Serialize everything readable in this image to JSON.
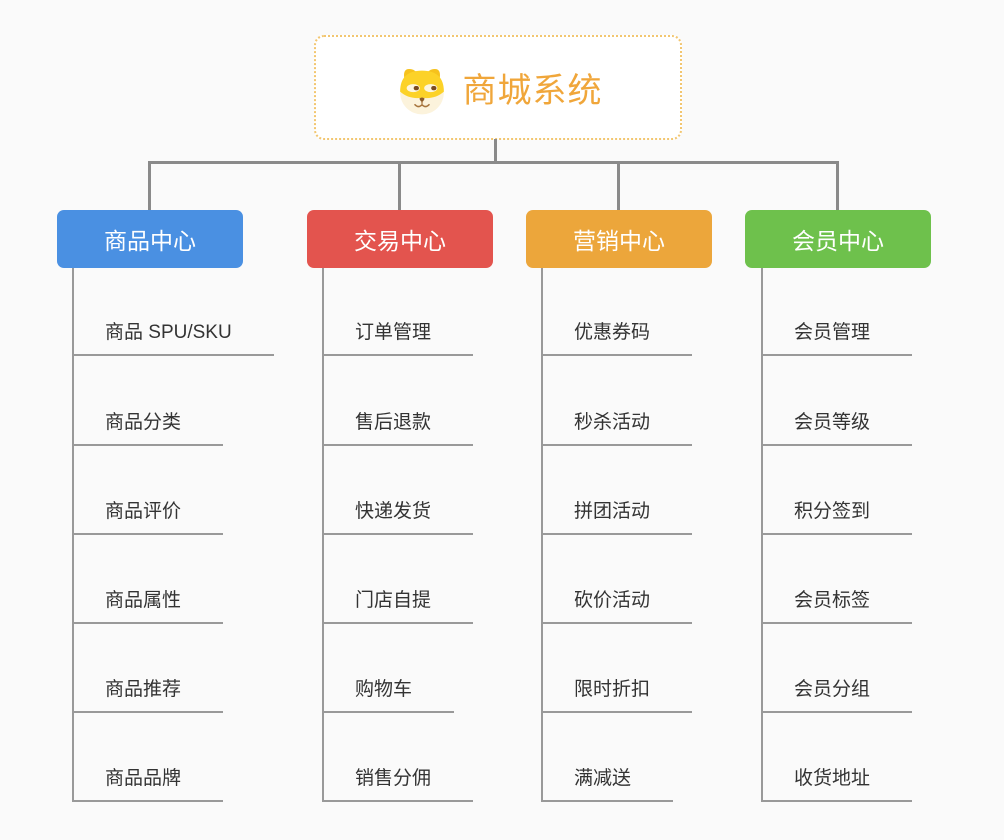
{
  "root": {
    "title": "商城系统",
    "icon": "dog-icon",
    "accent_color": "#f0a63a",
    "border_color": "#f2c670"
  },
  "connector_color": "#8a8a8a",
  "background_color": "#fafafa",
  "branches": [
    {
      "id": "products",
      "label": "商品中心",
      "color": "#4a90e2",
      "items": [
        "商品 SPU/SKU",
        "商品分类",
        "商品评价",
        "商品属性",
        "商品推荐",
        "商品品牌"
      ]
    },
    {
      "id": "trade",
      "label": "交易中心",
      "color": "#e3544e",
      "items": [
        "订单管理",
        "售后退款",
        "快递发货",
        "门店自提",
        "购物车",
        "销售分佣"
      ]
    },
    {
      "id": "marketing",
      "label": "营销中心",
      "color": "#eca63b",
      "items": [
        "优惠券码",
        "秒杀活动",
        "拼团活动",
        "砍价活动",
        "限时折扣",
        "满减送"
      ]
    },
    {
      "id": "members",
      "label": "会员中心",
      "color": "#6ec14c",
      "items": [
        "会员管理",
        "会员等级",
        "积分签到",
        "会员标签",
        "会员分组",
        "收货地址"
      ]
    }
  ]
}
